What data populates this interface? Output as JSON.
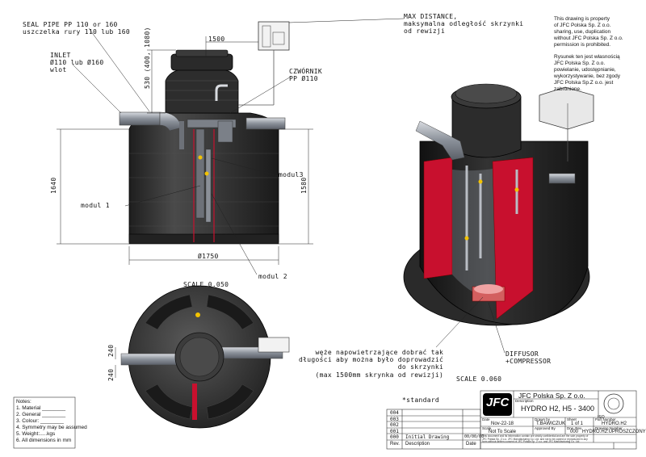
{
  "annotations": {
    "seal_pipe": [
      "SEAL PIPE PP 110 or 160",
      "uszczelka rury 110 lub 160"
    ],
    "inlet": [
      "INLET",
      "Ø110 lub Ø160",
      "wlot"
    ],
    "max_distance": [
      "MAX DISTANCE,",
      "maksymalna odległość skrzynki",
      "od rewizji"
    ],
    "czwornik": [
      "CZWÓRNIK",
      "PP Ø110"
    ],
    "modul1": "modul 1",
    "modul2": "modul 2",
    "modul3": "modul3",
    "weze": [
      "węże napowietrzające dobrać tak",
      "długości aby można było doprowadzić",
      "do skrzynki",
      "(max 1500mm skrynka od rewizji)"
    ],
    "diffusor": [
      "DIFFUSOR",
      "+COMPRESSOR"
    ],
    "standard": "*standard"
  },
  "dimensions": {
    "d1500": "1500",
    "d530": "530 (400, 1080)",
    "d1640": "1640",
    "d1580": "1580",
    "d1750": "Ø1750",
    "d240a": "240",
    "d240b": "240"
  },
  "scales": {
    "front": "SCALE 0.050",
    "iso": "SCALE 0.060"
  },
  "property_en": [
    "This drawing is property",
    "of JFC Polska Sp. Z o.o.",
    "sharing, use, duplication",
    "without JFC Polska Sp. Z o.o.",
    "permission is prohibited."
  ],
  "property_pl": [
    "Rysunek ten jest własnością",
    "JFC Polska Sp. Z o.o.",
    "powielanie, udostępnianie,",
    "wykorzystywanie, bez zgody",
    "JFC Polska Sp.Z o.o. jest",
    "zabronione."
  ],
  "notes": {
    "title": "Notes:",
    "items": [
      "1. Material ________",
      "2. General ________",
      "3. Colour: ________",
      "4. Symmetry may be assumed",
      "5. Weight:.....kgs",
      "6. All dimensions in mm"
    ]
  },
  "revisions": {
    "rows": [
      {
        "rev": "004",
        "desc": "",
        "date": ""
      },
      {
        "rev": "003",
        "desc": "",
        "date": ""
      },
      {
        "rev": "002",
        "desc": "",
        "date": ""
      },
      {
        "rev": "001",
        "desc": "",
        "date": ""
      },
      {
        "rev": "000",
        "desc": "Initial Drawing",
        "date": "00/00/00"
      }
    ],
    "headers": {
      "rev": "Rev.",
      "desc": "Description",
      "date": "Date"
    }
  },
  "title_block": {
    "logo": "JFC",
    "company": "JFC Polska Sp. Z o.o.",
    "desc_label": "Description",
    "title": "HYDRO H2, H5 -   3400",
    "date_label": "Date",
    "date": "Nov-22-18",
    "drawn_label": "Drawn by",
    "drawn": "T.BAWICZUK",
    "sheet_label": "Sheet",
    "sheet": "1 of 1",
    "part_label": "Part Number",
    "part": "HYDRO.H2",
    "scale_label": "Scale",
    "scale": "Not To Scale",
    "approved_label": "Approved By",
    "rev_label": "Drw. Rev.",
    "rev": "000",
    "drawing_label": "Drawing Number",
    "drawing": "HYDRO.H2.UPROSZCZONY",
    "footer": "This document and its information contain are strictly confidential and are the sole property of JFC Polska Sp. Z o.o. JFC Manufacturing Co. Ltd. and not to be copied or reproduced in any form without written consent of JFC Polska Sp. Z o.o. and JFC Manufacturing Co. Ltd."
  }
}
